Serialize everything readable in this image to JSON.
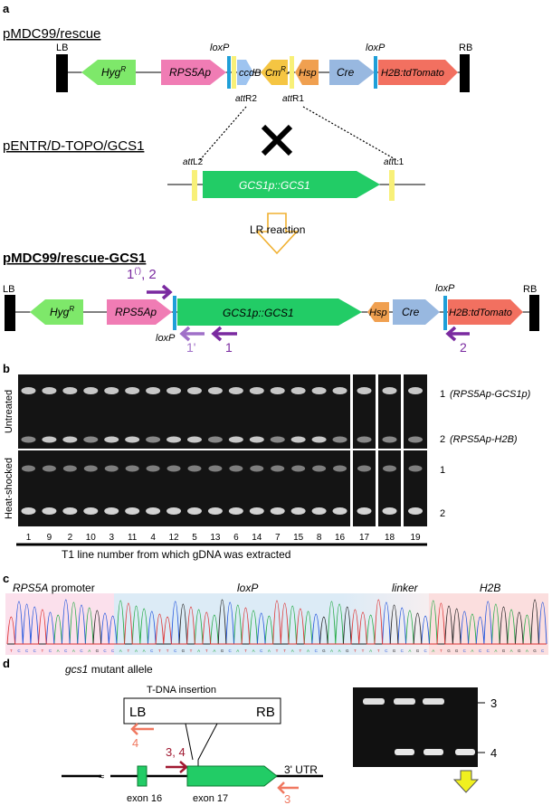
{
  "panels": {
    "a": "a",
    "b": "b",
    "c": "c",
    "d": "d"
  },
  "colors": {
    "hyg": "#7ee86a",
    "rps5a": "#f07cb4",
    "ccdb": "#9ec4f0",
    "cmr": "#f5c542",
    "hsp": "#f0a050",
    "cre": "#98b8e0",
    "h2b": "#f27060",
    "gcs1": "#22cc66",
    "loxp": "#1f9fd8",
    "att": "#f8f078",
    "lr_arrow": "#f0b030",
    "primer_dark": "#7a2aa0",
    "primer_light": "#a070c8",
    "primer3": "#f07860",
    "primer34": "#a01830",
    "yellow_marker": "#f0f020"
  },
  "panel_a": {
    "construct1_title": "pMDC99/rescue",
    "construct2_title": "pENTR/D-TOPO/GCS1",
    "construct3_title": "pMDC99/rescue-GCS1",
    "lb": "LB",
    "rb": "RB",
    "loxp": "loxP",
    "hyg": "Hyg",
    "hyg_sup": "R",
    "rps5a": "RPS5Ap",
    "ccdb": "ccdB",
    "cm": "Cm",
    "cm_sup": "R",
    "hsp": "Hsp",
    "cre": "Cre",
    "h2b": "H2B:tdTomato",
    "attr2": "attR2",
    "attr1": "attR1",
    "attl2": "attL2",
    "attl1": "attL1",
    "gcs1": "GCS1p::GCS1",
    "lr_reaction": "LR reaction",
    "primer_1_2": "1",
    "primer_1_2_sup": "(')",
    "primer_1_2_rest": ", 2",
    "primer_1p": "1'",
    "primer_1": "1",
    "primer_2": "2"
  },
  "panel_b": {
    "row1_label": "Untreated",
    "row2_label": "Heat-shocked",
    "lanes1": [
      "1",
      "9",
      "2",
      "10",
      "3",
      "11",
      "4",
      "12",
      "5",
      "13",
      "6",
      "14",
      "7",
      "15",
      "8",
      "16"
    ],
    "lanes2": [
      "17"
    ],
    "lanes3": [
      "18"
    ],
    "lanes4": [
      "19"
    ],
    "band1_label": "1",
    "band1_desc": "(RPS5Ap-GCS1p)",
    "band2_label": "2",
    "band2_desc": "(RPS5Ap-H2B)",
    "band1_label_hs": "1",
    "band2_label_hs": "2",
    "xlabel": "T1 line number from which gDNA was extracted"
  },
  "panel_c": {
    "promoter": "RPS5A promoter",
    "loxp": "loxP",
    "linker": "linker",
    "h2b": "H2B",
    "sequence": "TCCCTCACACAGCCATAACTTCGTATAGCATACATTATACGAAGTTATCGCAGCATGGCACCAGAGAGC"
  },
  "panel_d": {
    "title": "gcs1 mutant allele",
    "tdna": "T-DNA insertion",
    "lb": "LB",
    "rb": "RB",
    "primer4": "4",
    "primer34": "3, 4",
    "primer3": "3",
    "utr": "3' UTR",
    "exon16": "exon 16",
    "exon17": "exon 17",
    "band3": "3",
    "band4": "4"
  }
}
